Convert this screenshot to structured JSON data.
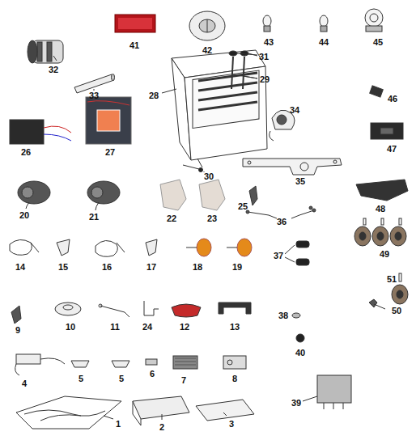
{
  "diagram": {
    "labels": [
      "41",
      "42",
      "43",
      "44",
      "45",
      "32",
      "33",
      "31",
      "29",
      "28",
      "46",
      "34",
      "47",
      "26",
      "27",
      "30",
      "35",
      "20",
      "21",
      "22",
      "23",
      "25",
      "48",
      "36",
      "49",
      "14",
      "15",
      "16",
      "17",
      "18",
      "19",
      "37",
      "51",
      "50",
      "9",
      "10",
      "11",
      "24",
      "12",
      "13",
      "38",
      "40",
      "4",
      "5",
      "5",
      "6",
      "7",
      "8",
      "39",
      "1",
      "2",
      "3"
    ]
  }
}
